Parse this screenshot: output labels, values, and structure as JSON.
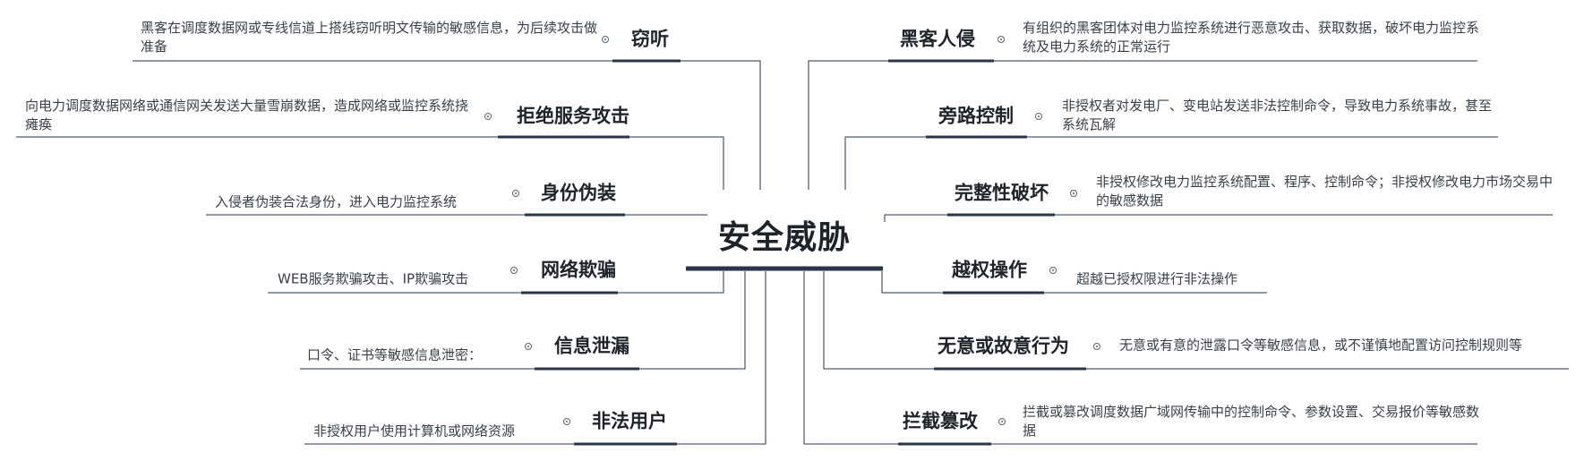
{
  "center": {
    "title": "安全威胁"
  },
  "left_branches": [
    {
      "label": "窃听",
      "desc": "黑客在调度数据网或专线信道上搭线窃听明文传输的敏感信息，为后续攻击做准备"
    },
    {
      "label": "拒绝服务攻击",
      "desc": "向电力调度数据网络或通信网关发送大量雪崩数据，造成网络或监控系统挠瘫痪"
    },
    {
      "label": "身份伪装",
      "desc": "入侵者伪装合法身份，进入电力监控系统"
    },
    {
      "label": "网络欺骗",
      "desc": "WEB服务欺骗攻击、IP欺骗攻击"
    },
    {
      "label": "信息泄漏",
      "desc": "口令、证书等敏感信息泄密："
    },
    {
      "label": "非法用户",
      "desc": "非授权用户使用计算机或网络资源"
    }
  ],
  "right_branches": [
    {
      "label": "黑客人侵",
      "desc": "有组织的黑客团体对电力监控系统进行恶意攻击、获取数据，破坏电力监控系统及电力系统的正常运行"
    },
    {
      "label": "旁路控制",
      "desc": "非授权者对发电厂、变电站发送非法控制命令，导致电力系统事故，甚至系统瓦解"
    },
    {
      "label": "完整性破坏",
      "desc": "非授权修改电力监控系统配置、程序、控制命令；非授权修改电力市场交易中的敏感数据"
    },
    {
      "label": "越权操作",
      "desc": "超越已授权限进行非法操作"
    },
    {
      "label": "无意或故意行为",
      "desc": "无意或有意的泄露口令等敏感信息，或不谨慎地配置访问控制规则等"
    },
    {
      "label": "拦截篡改",
      "desc": "拦截或篡改调度数据广域网传输中的控制命令、参数设置、交易报价等敏感数据"
    }
  ],
  "colors": {
    "line": "#1f2a3a",
    "text": "#1f2329",
    "desc": "#3a3f47"
  }
}
